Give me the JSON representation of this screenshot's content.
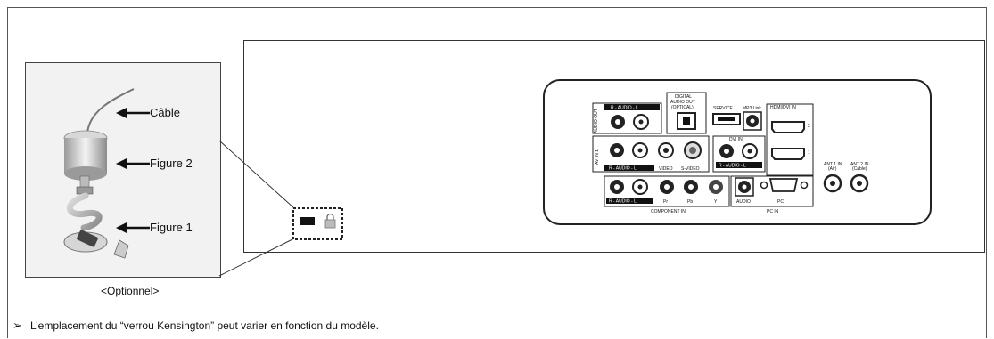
{
  "inset": {
    "labels": {
      "cable": "Câble",
      "figure2": "Figure 2",
      "figure1": "Figure 1"
    },
    "caption": "<Optionnel>"
  },
  "note": {
    "bullet": "➢",
    "text": "L’emplacement du “verrou Kensington” peut varier en fonction du modèle."
  },
  "rear_panel": {
    "audio_out": {
      "group_label": "AUDIO OUT",
      "audio_label": "R - AUDIO - L"
    },
    "av_in": {
      "group_label": "AV IN 1",
      "audio_label": "R - AUDIO - L",
      "video": "VIDEO",
      "svideo": "S-VIDEO"
    },
    "digital_audio_out": {
      "line1": "DIGITAL",
      "line2": "AUDIO OUT",
      "line3": "(OPTICAL)"
    },
    "service": "SERVICE 1",
    "mp3": "MP3 Link",
    "dvi_in": {
      "title": "DVI IN",
      "audio_label": "R - AUDIO - L"
    },
    "hdmi": {
      "title": "HDMI/DVI IN",
      "port1": "2",
      "port2": "1"
    },
    "component": {
      "audio_label": "R - AUDIO - L",
      "pr": "Pr",
      "pb": "Pb",
      "y": "Y",
      "title": "COMPONENT IN"
    },
    "pc": {
      "audio": "AUDIO",
      "pc": "PC",
      "title": "PC IN"
    },
    "ant1": {
      "line1": "ANT 1 IN",
      "line2": "(Air)"
    },
    "ant2": {
      "line1": "ANT 2 IN",
      "line2": "(Cable)"
    }
  }
}
